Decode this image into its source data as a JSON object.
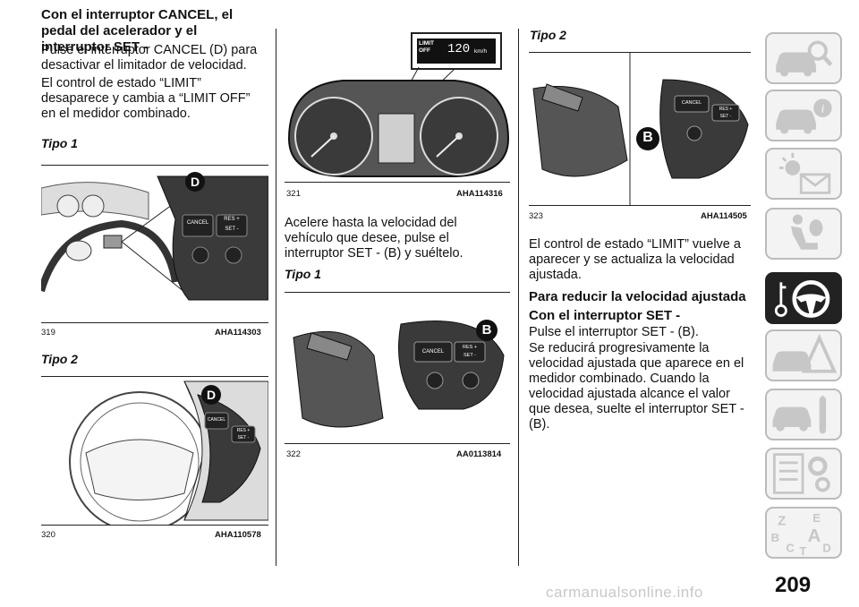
{
  "col1": {
    "heading": "Con el interruptor CANCEL, el pedal del acelerador y el interruptor SET -",
    "p1": "Pulse el interruptor CANCEL (D) para desactivar el limitador de velocidad.",
    "p2": "El control de estado “LIMIT” desaparece y cambia a “LIMIT OFF” en el medidor combinado.",
    "tipo1": "Tipo 1",
    "fig319_num": "319",
    "fig319_code": "AHA114303",
    "fig319_callout": "D",
    "fig319_btn1": "CANCEL",
    "fig319_btn2": "RES +",
    "fig319_btn3": "SET -",
    "tipo2": "Tipo 2",
    "fig320_num": "320",
    "fig320_code": "AHA110578",
    "fig320_callout": "D",
    "fig320_btn1": "CANCEL",
    "fig320_btn2": "RES +",
    "fig320_btn3": "SET -"
  },
  "col2": {
    "display_limit": "LIMIT",
    "display_off": "OFF",
    "display_speed": "120",
    "display_unit": "km/h",
    "fig321_num": "321",
    "fig321_code": "AHA114316",
    "p1": "Acelere hasta la velocidad del vehículo que desee, pulse el interruptor SET - (B) y suéltelo.",
    "tipo1": "Tipo 1",
    "fig322_num": "322",
    "fig322_code": "AA0113814",
    "fig322_callout": "B",
    "fig322_btn1": "CANCEL",
    "fig322_btn2": "RES +",
    "fig322_btn3": "SET -"
  },
  "col3": {
    "tipo2": "Tipo 2",
    "fig323_num": "323",
    "fig323_code": "AHA114505",
    "fig323_callout": "B",
    "fig323_btn1": "CANCEL",
    "fig323_btn2": "RES +",
    "fig323_btn3": "SET -",
    "p1": "El control de estado “LIMIT” vuelve a aparecer y se actualiza la velocidad ajustada.",
    "heading1": "Para reducir la velocidad ajustada",
    "heading2": "Con el interruptor SET -",
    "p2": "Pulse el interruptor SET - (B).",
    "p3": "Se reducirá progresivamente la velocidad ajustada que aparece en el medidor combinado. Cuando la velocidad ajustada alcance el valor que desea, suelte el interruptor SET - (B)."
  },
  "side_tabs": [
    {
      "icon": "car-magnifier-icon",
      "active": false
    },
    {
      "icon": "car-info-icon",
      "active": false
    },
    {
      "icon": "warning-light-envelope-icon",
      "active": false
    },
    {
      "icon": "seat-airbag-icon",
      "active": false
    },
    {
      "icon": "key-steering-wheel-icon",
      "active": true
    },
    {
      "icon": "car-warning-triangle-icon",
      "active": false
    },
    {
      "icon": "car-wrench-icon",
      "active": false
    },
    {
      "icon": "checklist-gears-icon",
      "active": false
    },
    {
      "icon": "alphabet-index-icon",
      "active": false
    }
  ],
  "page_number": "209",
  "watermark": "carmanualsonline.info",
  "alpha_letters": [
    "Z",
    "E",
    "B",
    "A",
    "C",
    "T",
    "D"
  ]
}
